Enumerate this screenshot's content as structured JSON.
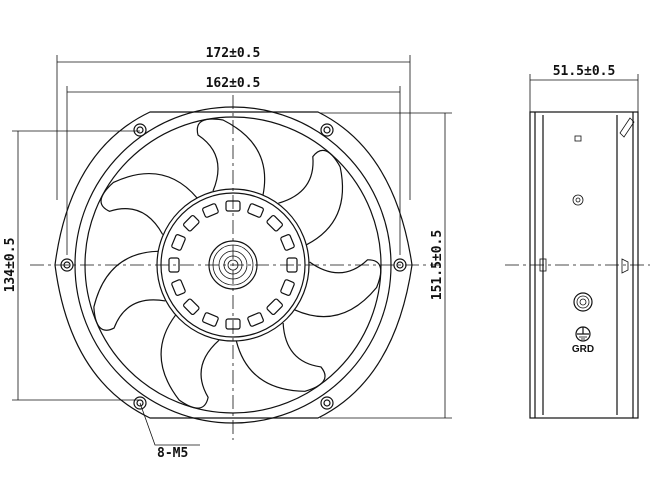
{
  "title": "Fan outline drawing",
  "dimensions": {
    "overall_width": "172±0.5",
    "hole_spacing_width": "162±0.5",
    "hole_spacing_height": "134±0.5",
    "overall_height": "151.5±0.5",
    "depth": "51.5±0.5",
    "mounting_holes": "8-M5"
  },
  "side_view": {
    "ground_label": "GRD"
  }
}
